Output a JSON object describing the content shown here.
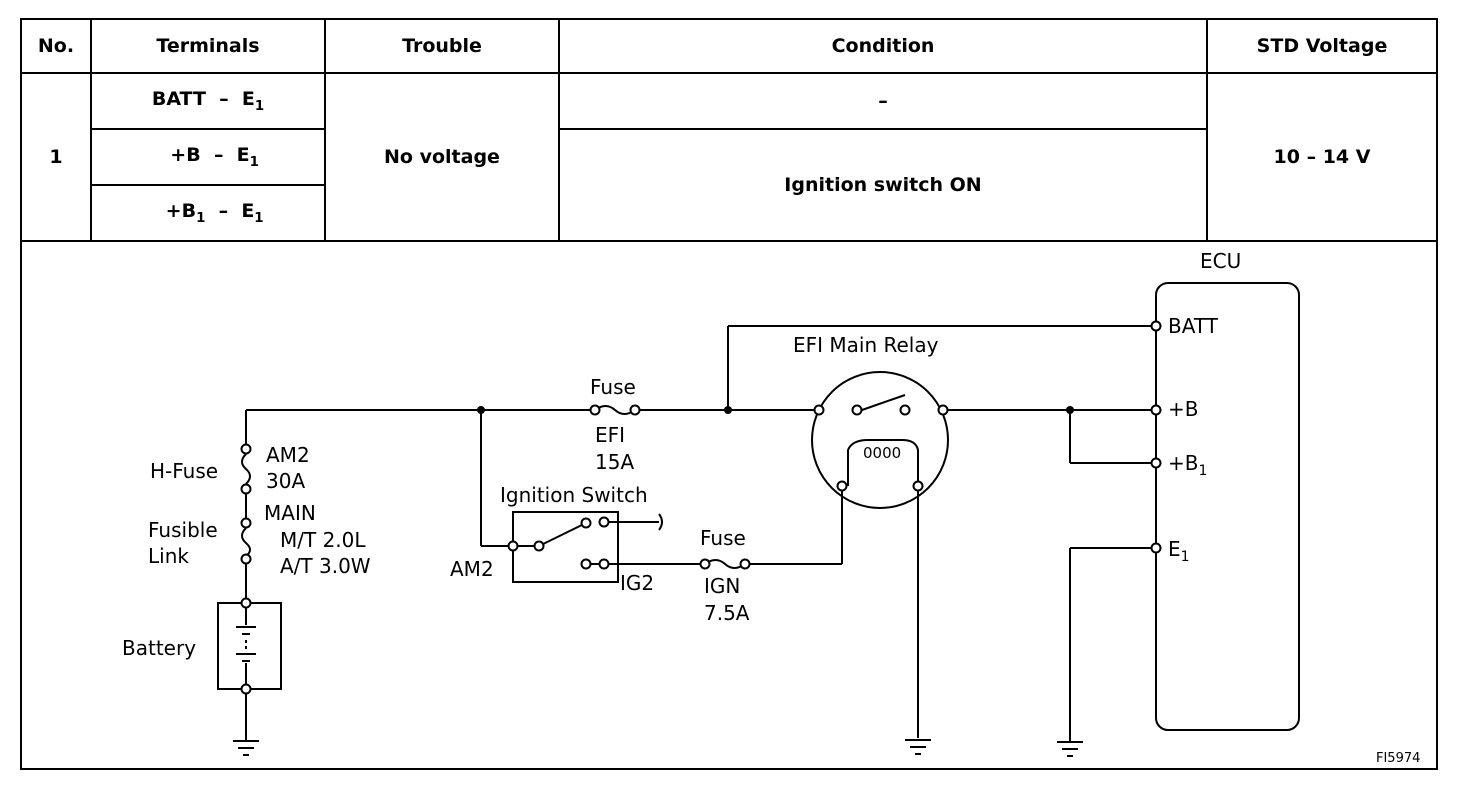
{
  "table": {
    "headers": {
      "no": "No.",
      "terminals": "Terminals",
      "trouble": "Trouble",
      "condition": "Condition",
      "std_voltage": "STD Voltage"
    },
    "row": {
      "no": "1",
      "terminals": [
        {
          "left": "BATT",
          "sep": "–",
          "right": "E",
          "right_sub": "1",
          "left_sub": ""
        },
        {
          "left": "+B",
          "sep": "–",
          "right": "E",
          "right_sub": "1",
          "left_sub": ""
        },
        {
          "left": "+B",
          "sep": "–",
          "right": "E",
          "right_sub": "1",
          "left_sub": "1"
        }
      ],
      "trouble": "No voltage",
      "condition_batt": "–",
      "condition_b": "Ignition switch ON",
      "std_voltage": "10 – 14 V"
    }
  },
  "diagram": {
    "ecu": "ECU",
    "ecu_pins": {
      "batt": "BATT",
      "b": "+B",
      "b1": "+B",
      "b1_sub": "1",
      "e1": "E",
      "e1_sub": "1"
    },
    "relay": "EFI Main Relay",
    "relay_coil": "0000",
    "fuse_efi": {
      "title": "Fuse",
      "name": "EFI",
      "rating": "15A"
    },
    "fuse_ign": {
      "title": "Fuse",
      "name": "IGN",
      "rating": "7.5A"
    },
    "hfuse": {
      "label": "H-Fuse",
      "name": "AM2",
      "rating": "30A"
    },
    "fusible": {
      "label_line1": "Fusible",
      "label_line2": "Link",
      "name": "MAIN",
      "mt": "M/T 2.0L",
      "at": "A/T 3.0W"
    },
    "battery": "Battery",
    "ignition_switch": "Ignition Switch",
    "am2": "AM2",
    "ig2": "IG2",
    "figure_code": "FI5974"
  }
}
